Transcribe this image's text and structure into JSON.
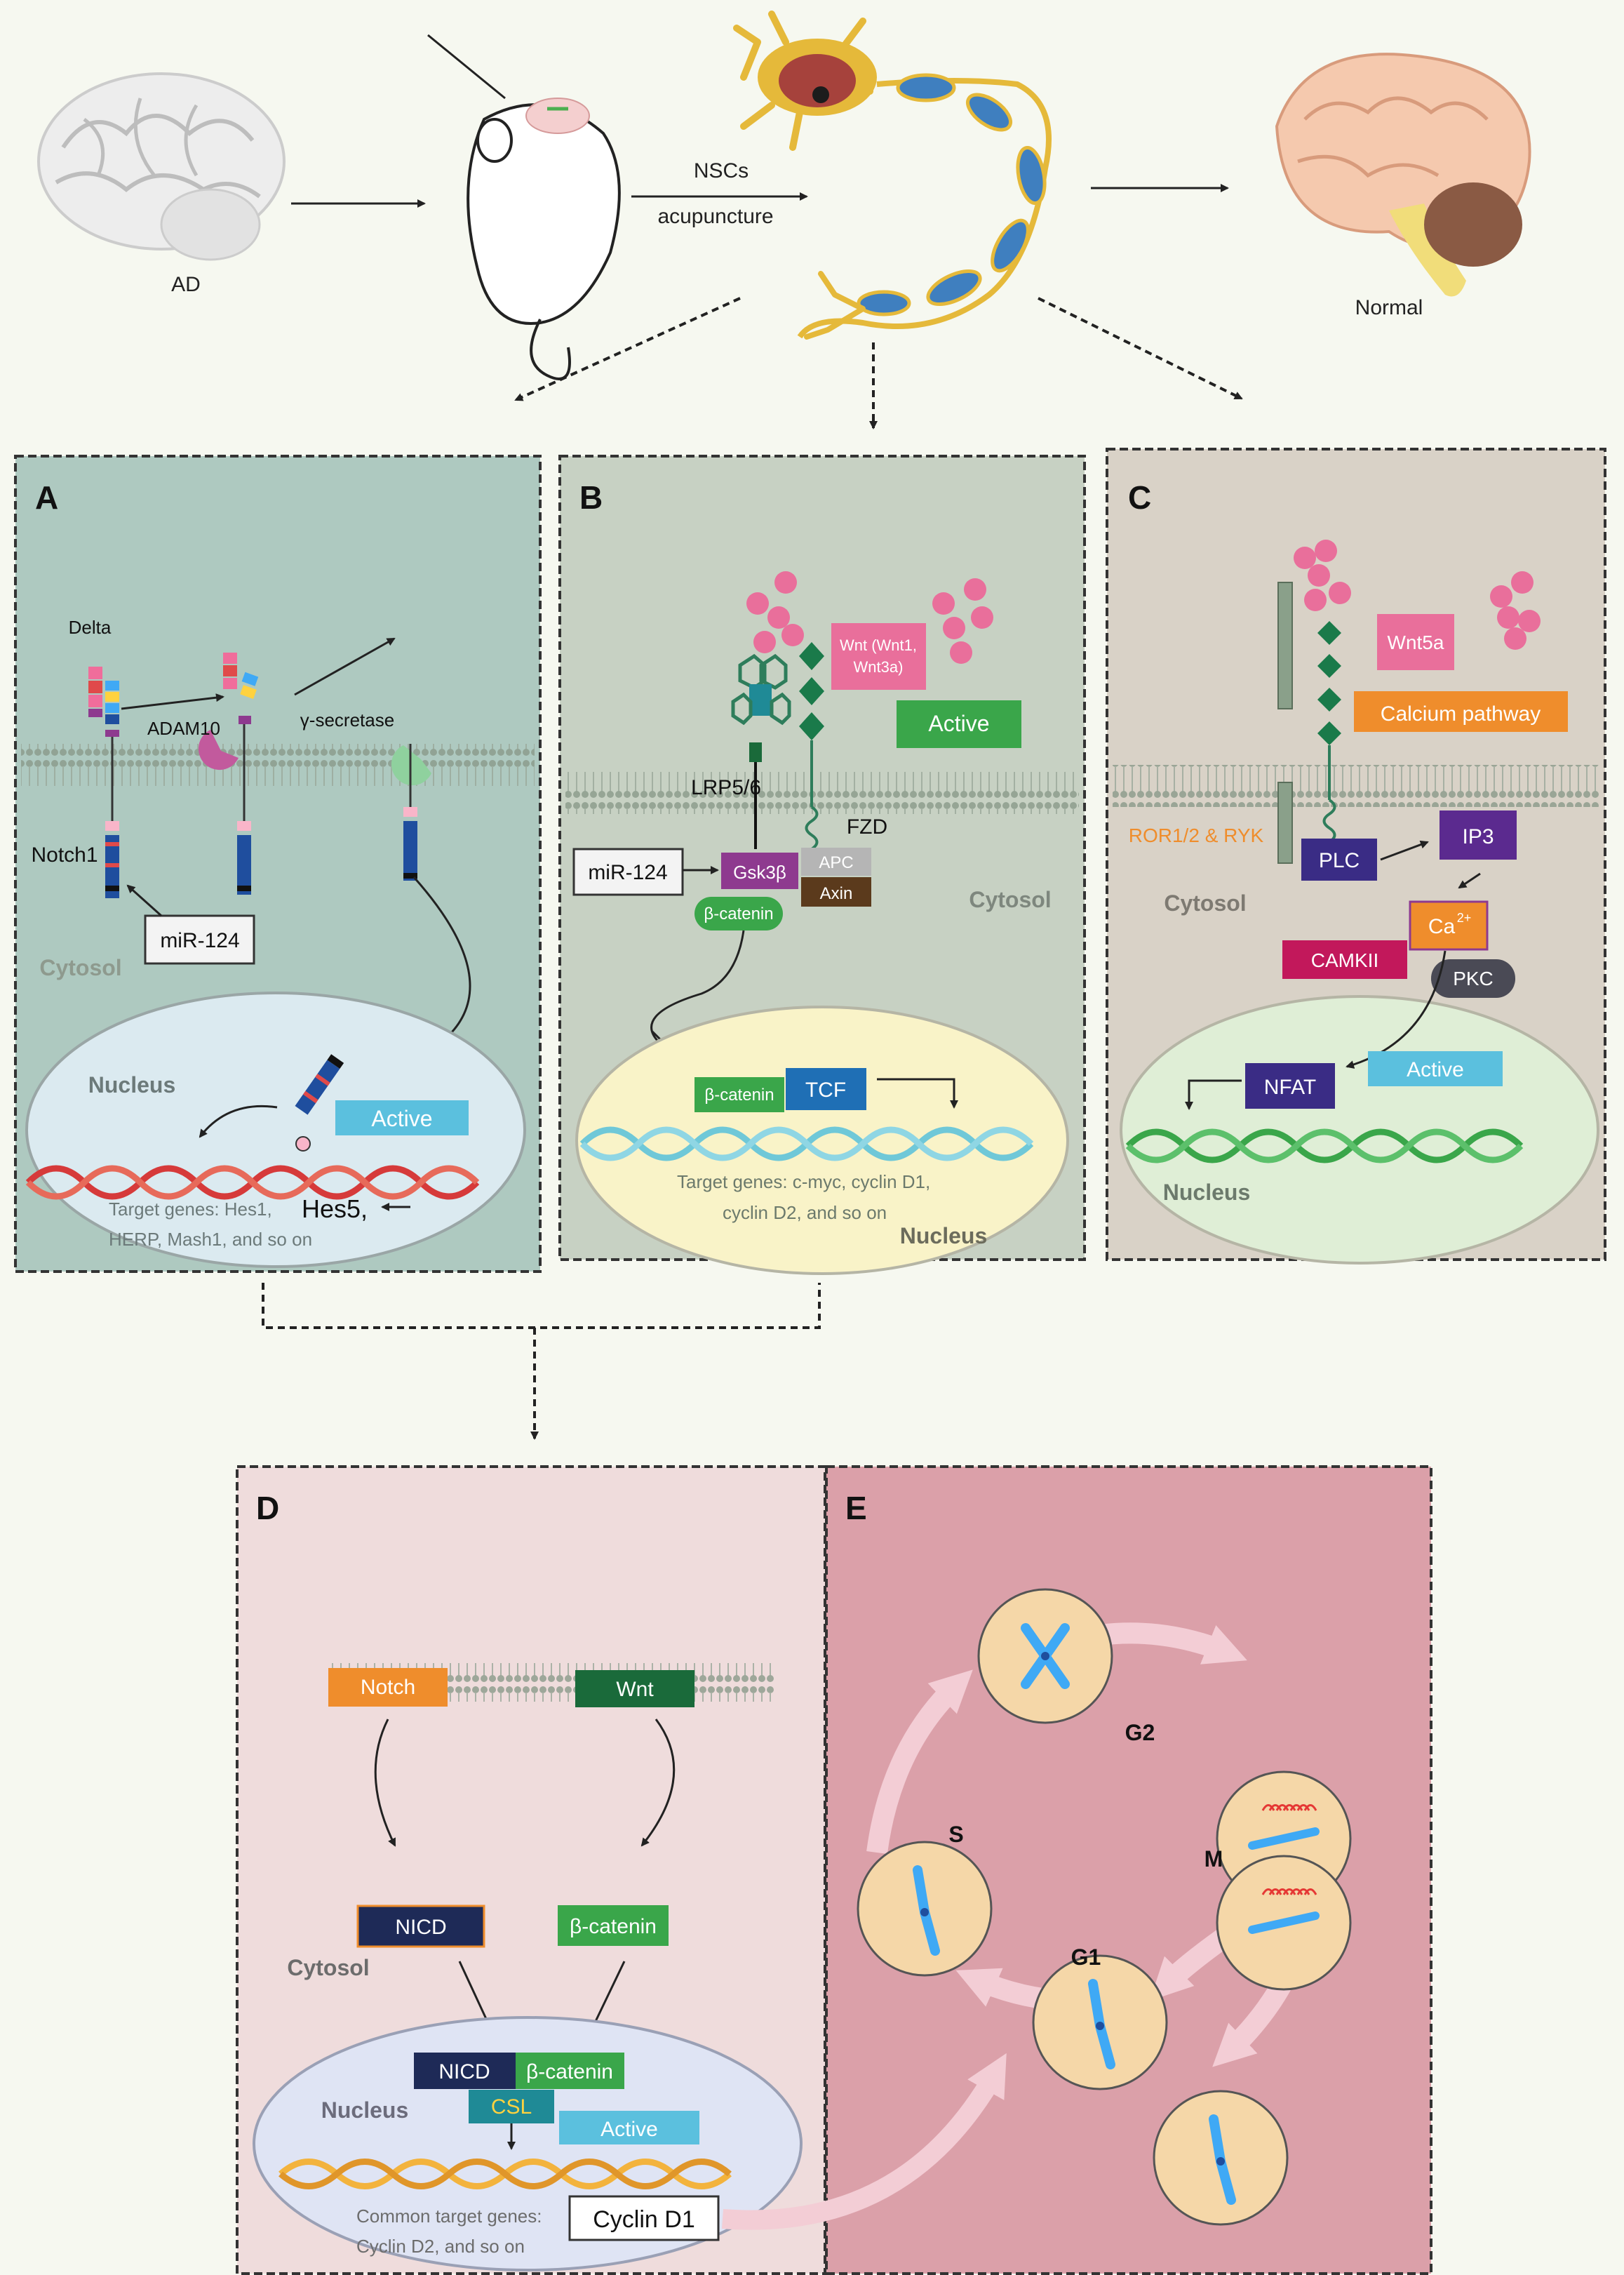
{
  "top": {
    "ad_label": "AD",
    "normal_label": "Normal",
    "treatment_line1": "NSCs",
    "treatment_line2": "acupuncture"
  },
  "panel_a": {
    "letter": "A",
    "delta": "Delta",
    "adam10": "ADAM10",
    "gamma_secretase": "γ-secretase",
    "notch1": "Notch1",
    "mir124": "miR-124",
    "cytosol": "Cytosol",
    "nucleus": "Nucleus",
    "active": "Active",
    "target_line1": "Target genes: Hes1,",
    "hes5": "Hes5,",
    "target_line2": "HERP, Mash1, and so on"
  },
  "panel_b": {
    "letter": "B",
    "wnt_line1": "Wnt (Wnt1,",
    "wnt_line2": "Wnt3a)",
    "active": "Active",
    "lrp": "LRP5/6",
    "fzd": "FZD",
    "mir124": "miR-124",
    "gsk3b": "Gsk3β",
    "apc": "APC",
    "axin": "Axin",
    "bcatenin": "β-catenin",
    "cytosol": "Cytosol",
    "tcf": "TCF",
    "target_line1": "Target genes: c-myc, cyclin D1,",
    "target_line2": "cyclin D2, and so on",
    "nucleus": "Nucleus"
  },
  "panel_c": {
    "letter": "C",
    "wnt5a": "Wnt5a",
    "calcium": "Calcium pathway",
    "ror": "ROR1/2 & RYK",
    "plc": "PLC",
    "ip3": "IP3",
    "cytosol": "Cytosol",
    "ca": "Ca",
    "ca_sup": "2+",
    "camkii": "CAMKII",
    "pkc": "PKC",
    "nfat": "NFAT",
    "active": "Active",
    "nucleus": "Nucleus"
  },
  "panel_d": {
    "letter": "D",
    "notch": "Notch",
    "wnt": "Wnt",
    "nicd": "NICD",
    "bcatenin": "β-catenin",
    "cytosol": "Cytosol",
    "nucleus": "Nucleus",
    "csl": "CSL",
    "active": "Active",
    "common_line1": "Common target genes:",
    "common_line2": "Cyclin D2, and so on",
    "cyclin_d1": "Cyclin D1"
  },
  "panel_e": {
    "letter": "E",
    "g2": "G2",
    "m": "M",
    "s": "S",
    "g1": "G1"
  },
  "colors": {
    "panel_a_bg": "#aec9c0",
    "panel_b_bg": "#c7d1c3",
    "panel_c_bg": "#d9d2c7",
    "panel_d_bg": "#efdcdc",
    "panel_e_bg": "#dba0a9",
    "active_blue": "#5bc0de",
    "active_green": "#3aa64a",
    "wnt_pink": "#e96f9b",
    "calcium_orange": "#ef8d2c",
    "purple": "#8e3a8f",
    "indigo": "#3a2c85",
    "crimson": "#c2185b",
    "navy": "#1e2a57",
    "teal": "#1f8a96",
    "tcf_blue": "#1f6fb5",
    "dna_red": "#d63a3a",
    "dna_cyan": "#6fc8d8",
    "dna_green": "#3aa64a",
    "dna_orange": "#f3b33d"
  },
  "icons": [
    "brain-ad-icon",
    "brain-normal-icon",
    "mouse-icon",
    "neuron-icon",
    "membrane-icon",
    "dna-helix-icon",
    "cell-division-icon"
  ]
}
